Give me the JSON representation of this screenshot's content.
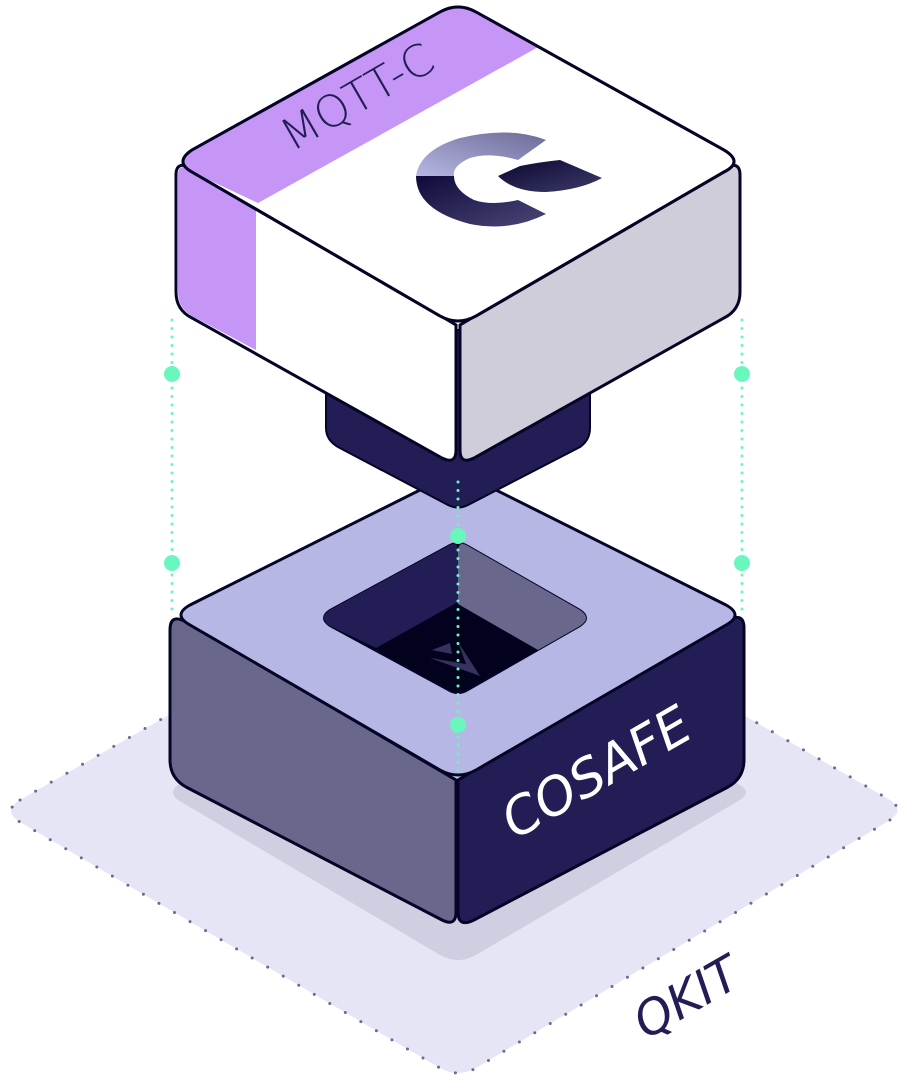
{
  "diagram": {
    "title": "Layered component stack",
    "layers": [
      {
        "id": "top",
        "label": "MQTT-C",
        "role": "upper module"
      },
      {
        "id": "middle",
        "label": "COSAFE",
        "role": "lower module"
      },
      {
        "id": "base",
        "label": "QKIT",
        "role": "platform"
      }
    ],
    "connectors": {
      "style": "dotted",
      "color": "#6af7be"
    }
  },
  "colors": {
    "outline": "#050426",
    "purple_band": "#c596f5",
    "top_white": "#ffffff",
    "top_right_face": "#cecdd9",
    "connector_block": "#221e55",
    "lower_top_face": "#b6b7e4",
    "lower_left_face": "#69688c",
    "lower_right_face": "#221e55",
    "pit_dark": "#03021e",
    "platform_fill": "#e6e5f6",
    "platform_dots": "#6b6a8f",
    "shadow": "#cfcfe1",
    "connector_green": "#6af7be",
    "label_dark": "#221e55",
    "label_light": "#ffffff"
  }
}
